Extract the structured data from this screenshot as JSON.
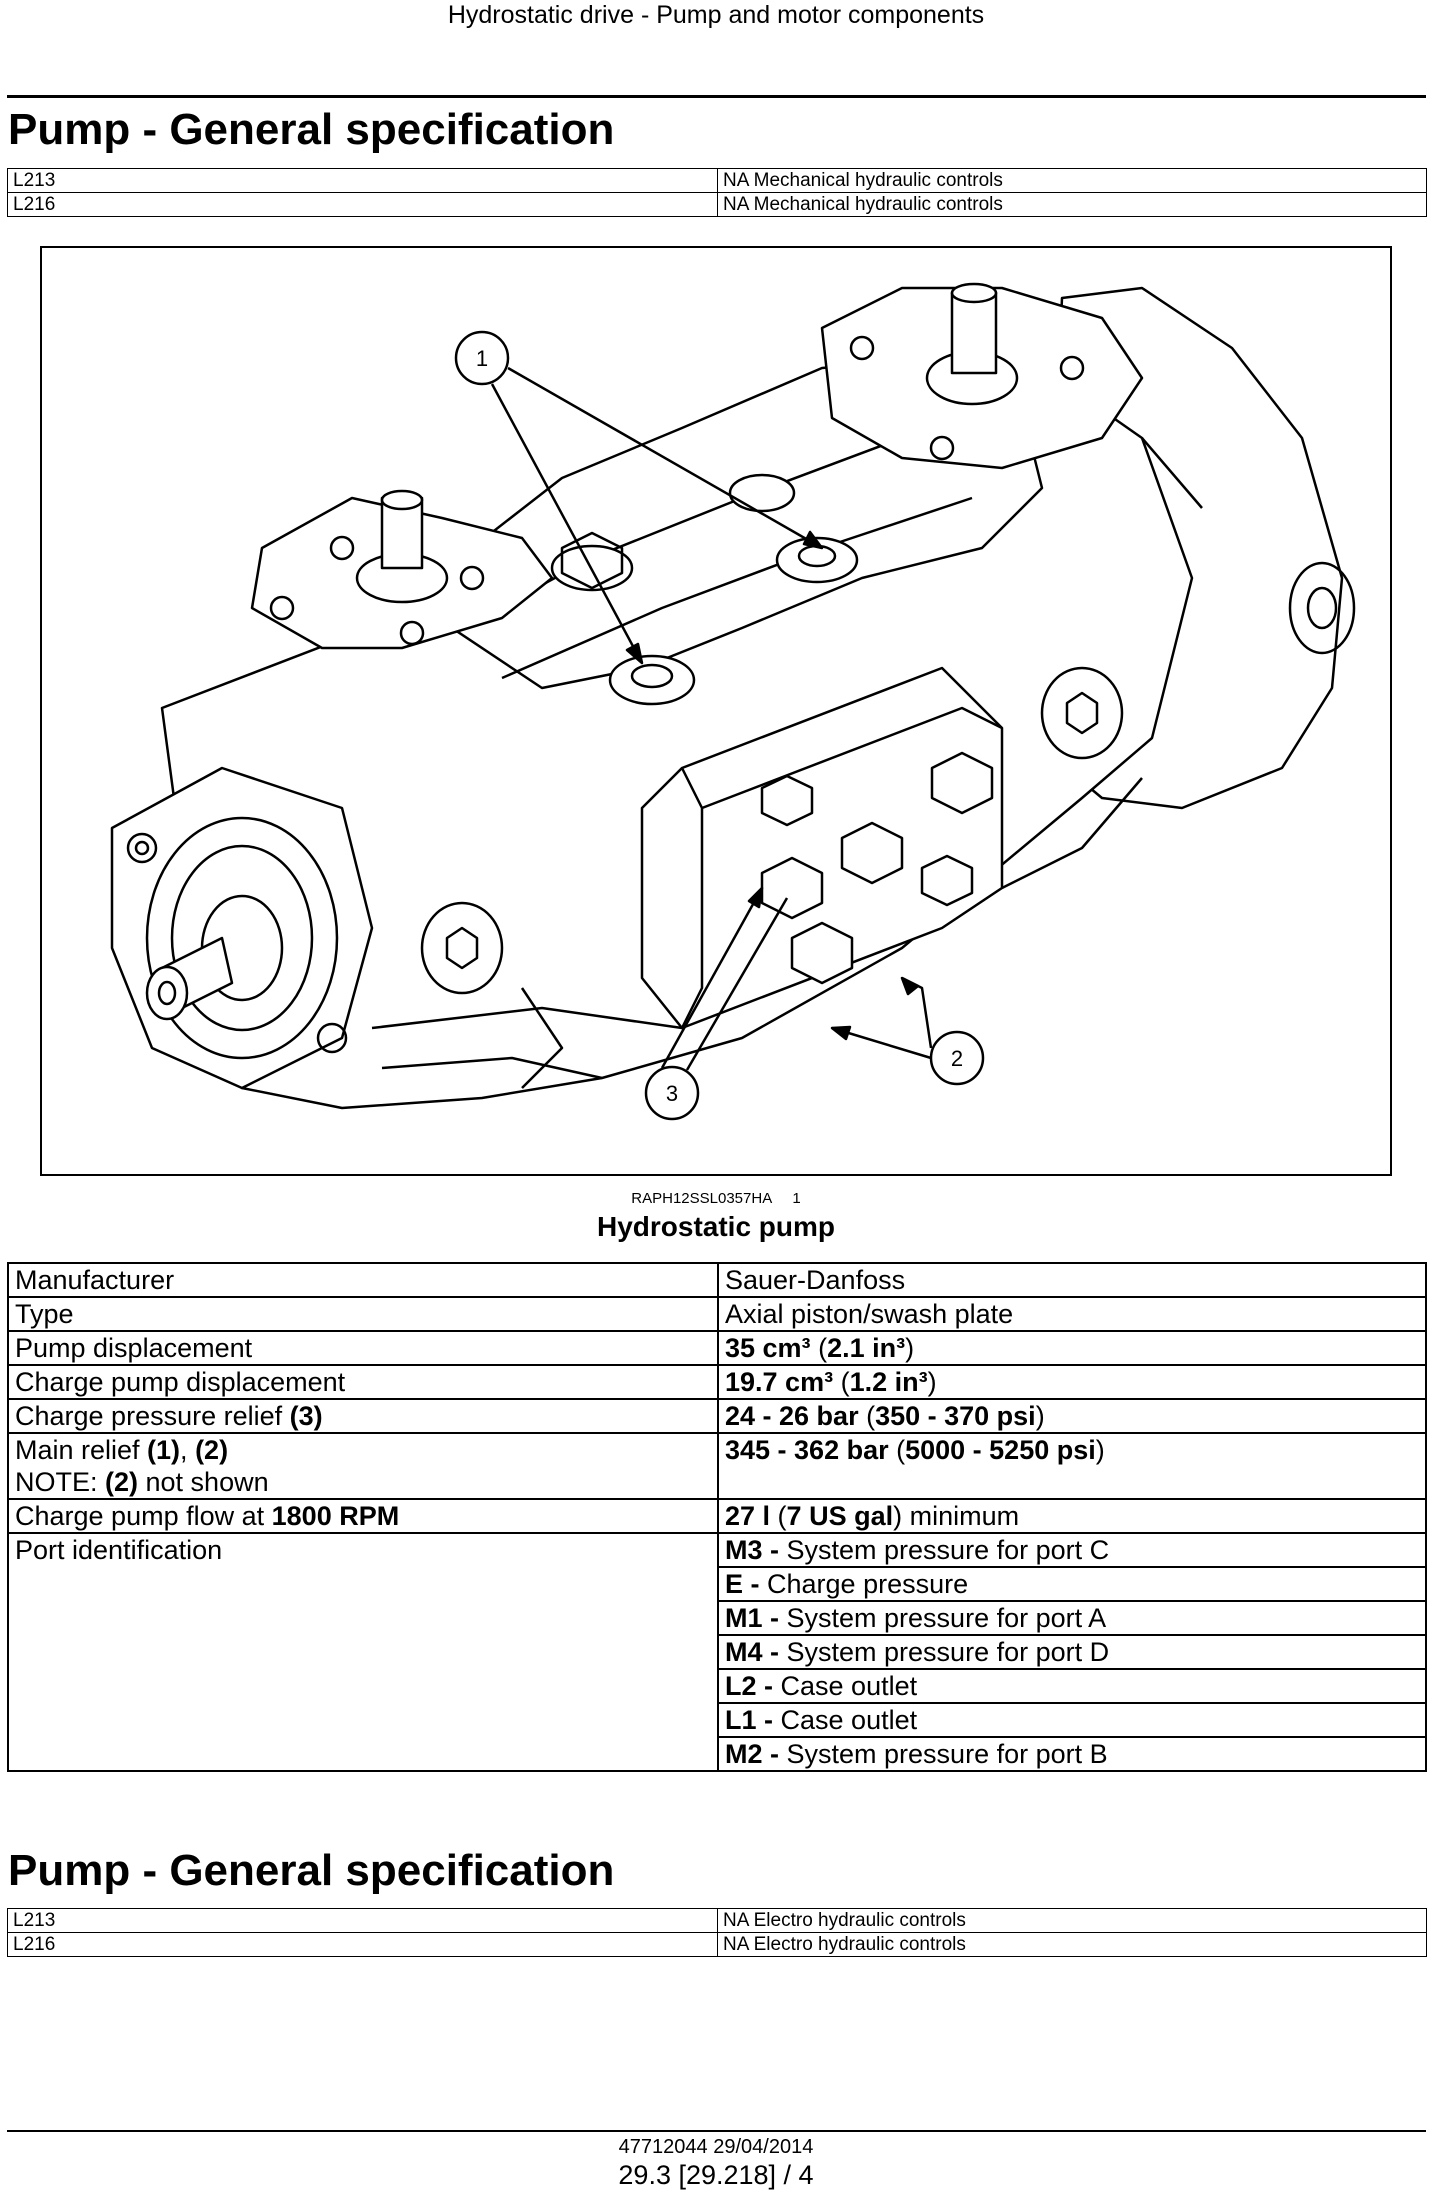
{
  "header": {
    "title": "Hydrostatic drive - Pump and motor components"
  },
  "section1": {
    "title": "Pump - General specification",
    "applicability": [
      {
        "model": "L213",
        "config": "NA Mechanical hydraulic controls"
      },
      {
        "model": "L216",
        "config": "NA Mechanical hydraulic controls"
      }
    ]
  },
  "figure": {
    "code": "RAPH12SSL0357HA",
    "number": "1",
    "caption": "Hydrostatic pump",
    "callouts": [
      "1",
      "2",
      "3"
    ]
  },
  "spec": {
    "manufacturer": {
      "label": "Manufacturer",
      "value": "Sauer-Danfoss"
    },
    "type": {
      "label": "Type",
      "value": "Axial piston/swash plate"
    },
    "pump_displacement": {
      "label": "Pump displacement",
      "value_b1": "35 cm³",
      "value_p1": " (",
      "value_b2": "2.1 in³",
      "value_p2": ")"
    },
    "charge_pump_displacement": {
      "label": "Charge pump displacement",
      "value_b1": "19.7 cm³",
      "value_p1": " (",
      "value_b2": "1.2 in³",
      "value_p2": ")"
    },
    "charge_pressure_relief": {
      "label": "Charge pressure relief ",
      "label_b": "(3)",
      "value_b1": "24 - 26 bar",
      "value_p1": " (",
      "value_b2": "350 - 370 psi",
      "value_p2": ")"
    },
    "main_relief": {
      "label": "Main relief ",
      "label_b1": "(1)",
      "label_sep": ", ",
      "label_b2": "(2)",
      "note_prefix": "NOTE: ",
      "note_b": "(2)",
      "note_suffix": " not shown",
      "value_b1": "345 - 362 bar",
      "value_p1": " (",
      "value_b2": "5000 - 5250 psi",
      "value_p2": ")"
    },
    "charge_pump_flow": {
      "label": "Charge pump flow at ",
      "label_b": "1800 RPM",
      "value_b1": "27 l",
      "value_p1": " (",
      "value_b2": "7 US gal",
      "value_p2": ") minimum"
    },
    "port_identification": {
      "label": "Port identification",
      "ports": [
        {
          "code": "M3 - ",
          "desc": "System pressure for port C"
        },
        {
          "code": "E - ",
          "desc": "Charge pressure"
        },
        {
          "code": "M1 - ",
          "desc": "System pressure for port A"
        },
        {
          "code": "M4 - ",
          "desc": "System pressure for port D"
        },
        {
          "code": "L2 - ",
          "desc": "Case outlet"
        },
        {
          "code": "L1 - ",
          "desc": "Case outlet"
        },
        {
          "code": "M2 - ",
          "desc": "System pressure for port B"
        }
      ]
    }
  },
  "section2": {
    "title": "Pump - General specification",
    "applicability": [
      {
        "model": "L213",
        "config": "NA Electro hydraulic controls"
      },
      {
        "model": "L216",
        "config": "NA Electro hydraulic controls"
      }
    ]
  },
  "footer": {
    "doc_code": "47712044 29/04/2014",
    "page": "29.3 [29.218] / 4"
  }
}
